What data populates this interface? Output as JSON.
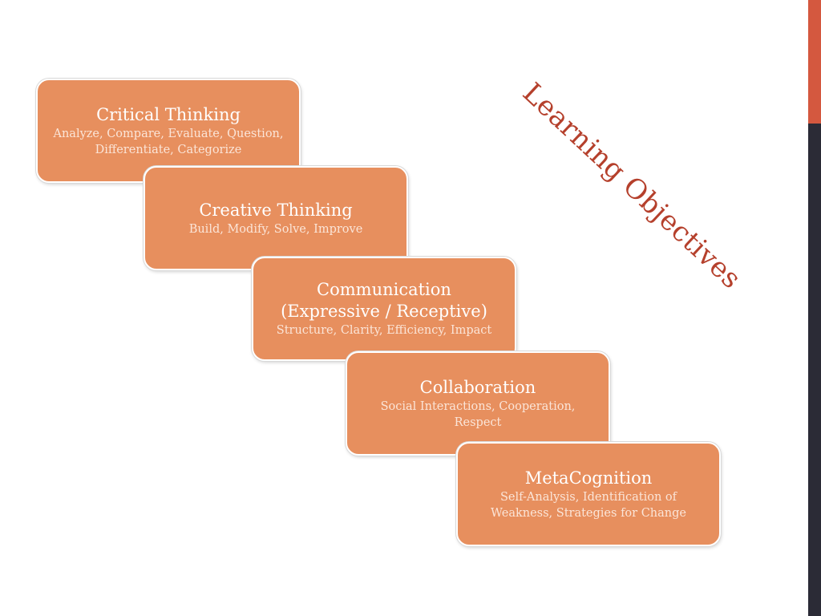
{
  "slide": {
    "title": "Learning Objectives",
    "colors": {
      "box_fill": "#e78f5e",
      "title_text": "#b5402c",
      "sidebar_accent": "#d4583f",
      "sidebar_dark": "#2b2b36"
    }
  },
  "objectives": [
    {
      "title": "Critical Thinking",
      "description": "Analyze, Compare, Evaluate, Question, Differentiate, Categorize"
    },
    {
      "title": "Creative Thinking",
      "description": "Build, Modify, Solve, Improve"
    },
    {
      "title": "Communication (Expressive / Receptive)",
      "description": "Structure, Clarity, Efficiency, Impact"
    },
    {
      "title": "Collaboration",
      "description": "Social Interactions, Cooperation, Respect"
    },
    {
      "title": "MetaCognition",
      "description": "Self-Analysis, Identification of Weakness, Strategies for Change"
    }
  ]
}
